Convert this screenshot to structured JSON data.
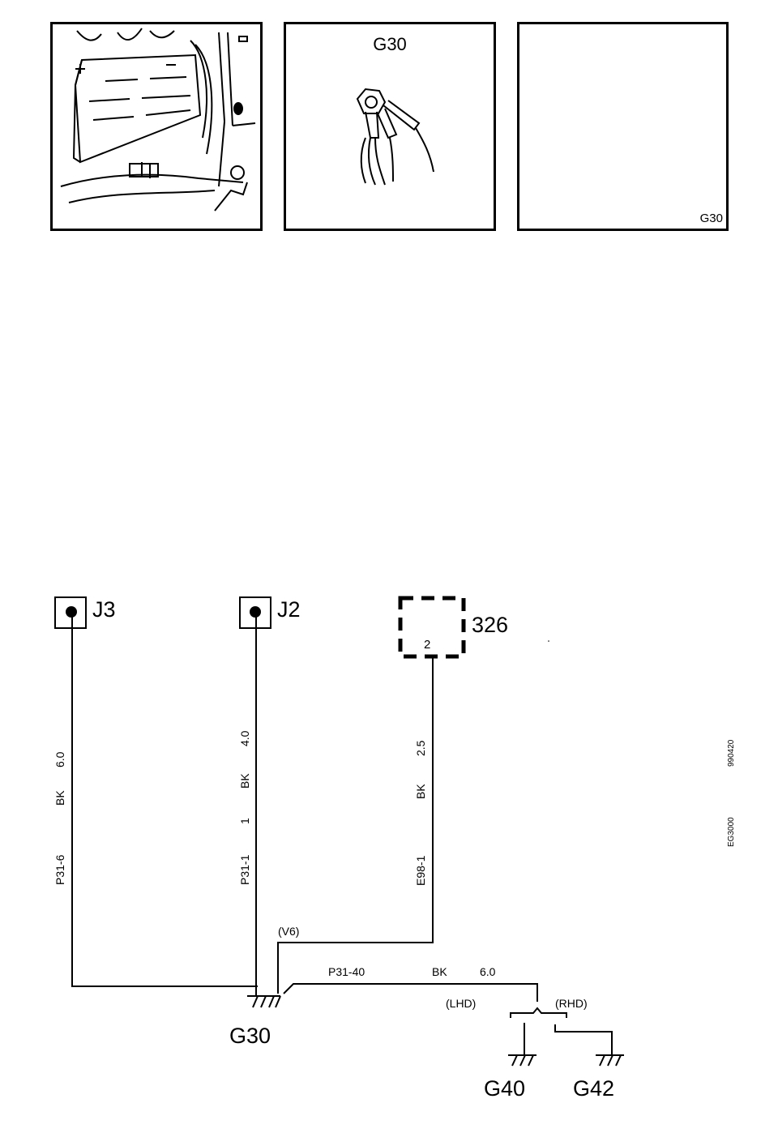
{
  "panels": {
    "location_title": "G30",
    "corner_label": "G30"
  },
  "connectors": {
    "j3": "J3",
    "j2": "J2",
    "c326": "326",
    "c326_pin": "2"
  },
  "wires": {
    "left": {
      "pin": "P31-6",
      "color": "BK",
      "size": "6.0"
    },
    "middle": {
      "pin": "P31-1",
      "extra": "1",
      "color": "BK",
      "size": "4.0"
    },
    "right": {
      "pin": "E98-1",
      "color": "BK",
      "size": "2.5"
    },
    "bottom": {
      "pin": "P31-40",
      "color": "BK",
      "size": "6.0"
    }
  },
  "variants": {
    "v6": "(V6)",
    "lhd": "(LHD)",
    "rhd": "(RHD)"
  },
  "grounds": {
    "g30": "G30",
    "g40": "G40",
    "g42": "G42"
  },
  "side_codes": {
    "code_1": "990420",
    "code_2": "EG3000"
  }
}
